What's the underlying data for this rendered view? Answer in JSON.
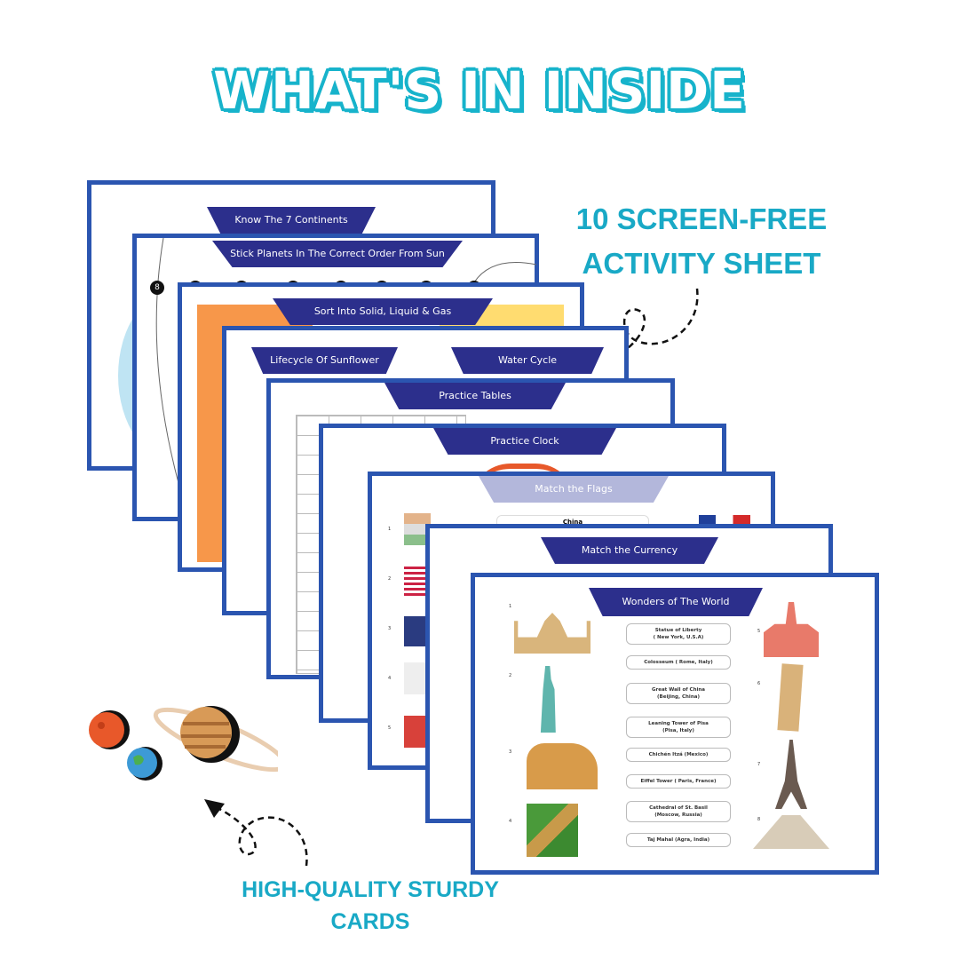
{
  "header": {
    "title": "WHAT'S IN INSIDE"
  },
  "callouts": {
    "top_line1": "10 SCREEN-FREE",
    "top_line2": "ACTIVITY SHEET",
    "bottom_line1": "HIGH-QUALITY STURDY",
    "bottom_line2": "CARDS"
  },
  "cards": [
    {
      "title": "Know The 7 Continents"
    },
    {
      "title": "Stick Planets In The Correct Order From Sun",
      "marker": "8"
    },
    {
      "title": "Sort Into Solid, Liquid & Gas"
    },
    {
      "title": "Lifecycle Of Sunflower",
      "title2": "Water Cycle"
    },
    {
      "title": "Practice Tables"
    },
    {
      "title": "Practice Clock"
    },
    {
      "title": "Match the Flags",
      "answer": "China",
      "numbers": [
        "1",
        "2",
        "3",
        "4",
        "5"
      ]
    },
    {
      "title": "Match the Currency"
    },
    {
      "title": "Wonders of The World",
      "answers": [
        "Statue of Liberty\n( New York, U.S.A)",
        "Colosseum ( Rome, Italy)",
        "Great Wall of China\n(Beijing, China)",
        "Leaning Tower of Pisa\n(Pisa, Italy)",
        "Chichén Itzá (Mexico)",
        "Eiffel Tower ( Paris, France)",
        "Cathedral of St. Basil\n(Moscow, Russia)",
        "Taj Mahal (Agra, India)"
      ],
      "numbers": [
        "1",
        "2",
        "3",
        "4",
        "5",
        "6",
        "7",
        "8"
      ]
    }
  ],
  "colors": {
    "accent": "#17b3cb",
    "card_border": "#2b55b0",
    "banner": "#2c2f8c"
  }
}
